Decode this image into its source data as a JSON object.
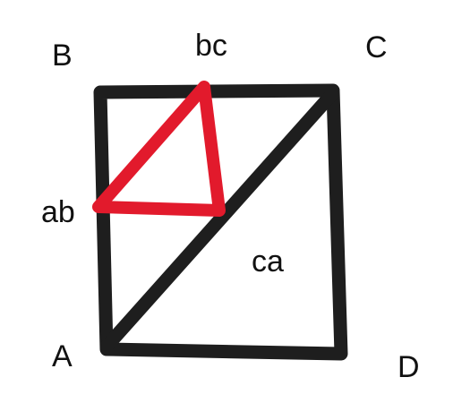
{
  "labels": {
    "B": "B",
    "bc": "bc",
    "C": "C",
    "ab": "ab",
    "ca": "ca",
    "A": "A",
    "D": "D"
  },
  "colors": {
    "outline": "#1e1e1e",
    "triangle": "#e21a2c",
    "text": "#111111",
    "background": "#ffffff"
  }
}
